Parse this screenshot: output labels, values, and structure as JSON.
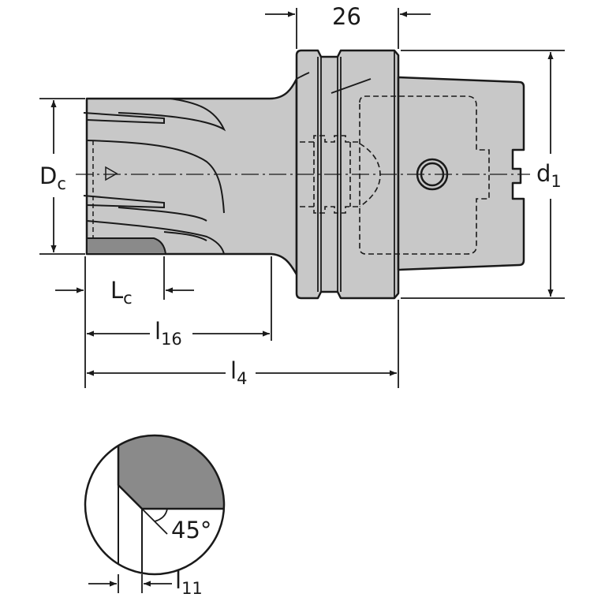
{
  "dimensions": {
    "width_top": "26",
    "Dc": {
      "main": "D",
      "sub": "c"
    },
    "d1": {
      "main": "d",
      "sub": "1"
    },
    "Lc": {
      "main": "L",
      "sub": "c"
    },
    "l16": {
      "main": "l",
      "sub": "16"
    },
    "l4": {
      "main": "l",
      "sub": "4"
    },
    "l11": {
      "main": "l",
      "sub": "11"
    },
    "angle": "45°"
  },
  "colors": {
    "body_fill": "#c8c8c8",
    "insert_fill": "#8a8a8a",
    "line": "#1a1a1a"
  }
}
